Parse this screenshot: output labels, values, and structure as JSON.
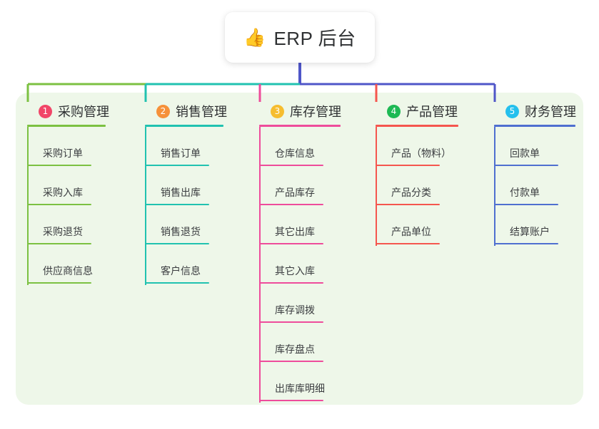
{
  "diagram": {
    "type": "mindmap",
    "root": {
      "icon": "thumbs-up-icon",
      "emoji": "👍",
      "title": "ERP 后台"
    },
    "panel_color": "#eef7e9",
    "page_background": "#ffffff",
    "stem_color": "#4f56c8",
    "branches": [
      {
        "number": "1",
        "title": "采购管理",
        "badge_color": "#f14668",
        "line_color": "#7cc142",
        "connector_color": "#7cc142",
        "items": [
          "采购订单",
          "采购入库",
          "采购退货",
          "供应商信息"
        ]
      },
      {
        "number": "2",
        "title": "销售管理",
        "badge_color": "#f6913a",
        "line_color": "#21c2b0",
        "connector_color": "#21c2b0",
        "items": [
          "销售订单",
          "销售出库",
          "销售退货",
          "客户信息"
        ]
      },
      {
        "number": "3",
        "title": "库存管理",
        "badge_color": "#f6bd2f",
        "line_color": "#ee4c9b",
        "connector_color": "#ee4c9b",
        "items": [
          "仓库信息",
          "产品库存",
          "其它出库",
          "其它入库",
          "库存调拨",
          "库存盘点",
          "出库库明细"
        ]
      },
      {
        "number": "4",
        "title": "产品管理",
        "badge_color": "#1db954",
        "line_color": "#f5564e",
        "connector_color": "#f5564e",
        "items": [
          "产品（物料）",
          "产品分类",
          "产品单位"
        ]
      },
      {
        "number": "5",
        "title": "财务管理",
        "badge_color": "#25c0ed",
        "line_color": "#4f6fd0",
        "connector_color": "#4f56c8",
        "items": [
          "回款单",
          "付款单",
          "结算账户"
        ]
      }
    ]
  }
}
